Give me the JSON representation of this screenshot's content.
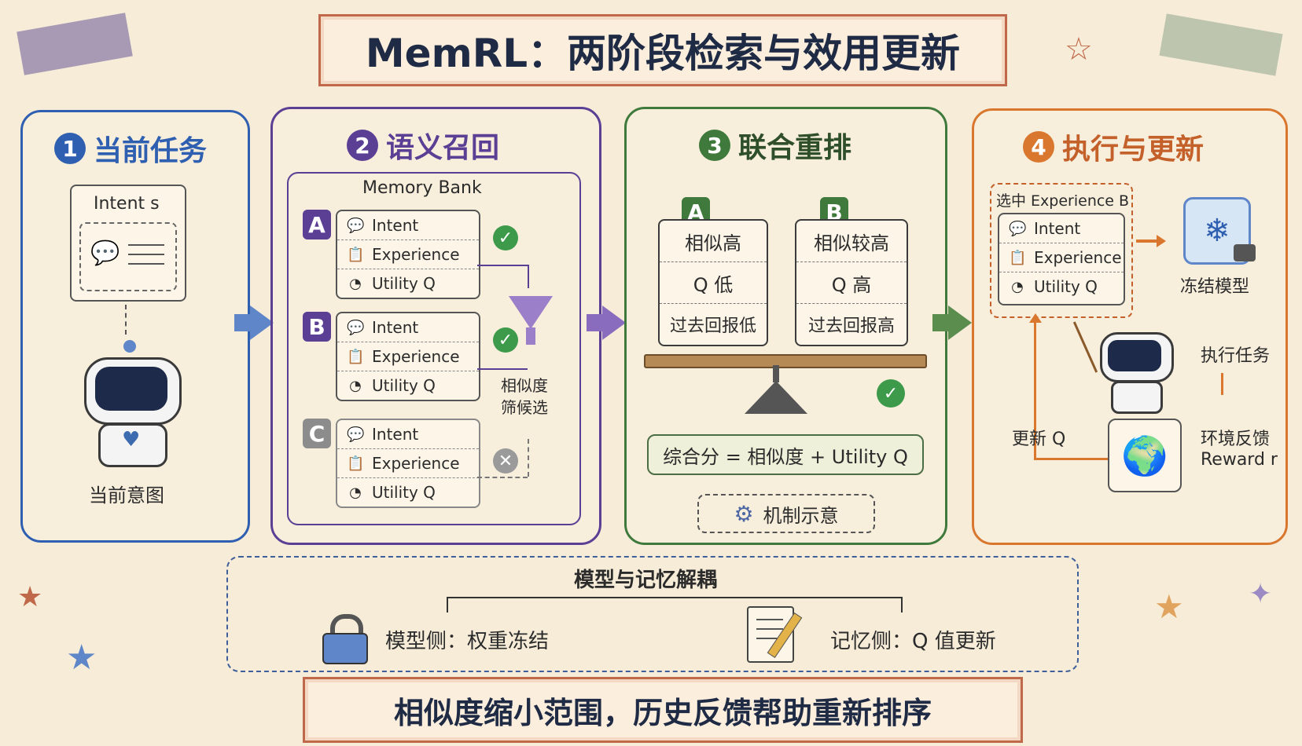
{
  "title": "MemRL：两阶段检索与效用更新",
  "footer": "相似度缩小范围，历史反馈帮助重新排序",
  "colors": {
    "blue": "#2f5fb0",
    "purple": "#5b3f95",
    "green": "#3f7a3c",
    "orange": "#d9772f",
    "check": "#3d9a4a"
  },
  "panel1": {
    "num": "1",
    "title": "当前任务",
    "card_label": "Intent s",
    "caption": "当前意图"
  },
  "panel2": {
    "num": "2",
    "title": "语义召回",
    "bank_label": "Memory Bank",
    "items": [
      {
        "letter": "A",
        "intent": "Intent",
        "experience": "Experience",
        "utility": "Utility Q"
      },
      {
        "letter": "B",
        "intent": "Intent",
        "experience": "Experience",
        "utility": "Utility Q"
      },
      {
        "letter": "C",
        "intent": "Intent",
        "experience": "Experience",
        "utility": "Utility Q"
      }
    ],
    "filter_label_1": "相似度",
    "filter_label_2": "筛候选"
  },
  "panel3": {
    "num": "3",
    "title": "联合重排",
    "cards": [
      {
        "letter": "A",
        "rows": [
          "相似高",
          "Q 低",
          "过去回报低"
        ]
      },
      {
        "letter": "B",
        "rows": [
          "相似较高",
          "Q 高",
          "过去回报高"
        ]
      }
    ],
    "formula": "综合分 = 相似度 + Utility Q",
    "mechanism": "机制示意"
  },
  "panel4": {
    "num": "4",
    "title": "执行与更新",
    "selected": "选中 Experience B",
    "rows": [
      "Intent",
      "Experience",
      "Utility Q"
    ],
    "freeze": "冻结模型",
    "execute": "执行任务",
    "env_1": "环境反馈",
    "env_2": "Reward r",
    "update": "更新 Q"
  },
  "decouple": {
    "title": "模型与记忆解耦",
    "left": "模型侧：权重冻结",
    "right": "记忆侧：Q 值更新"
  }
}
